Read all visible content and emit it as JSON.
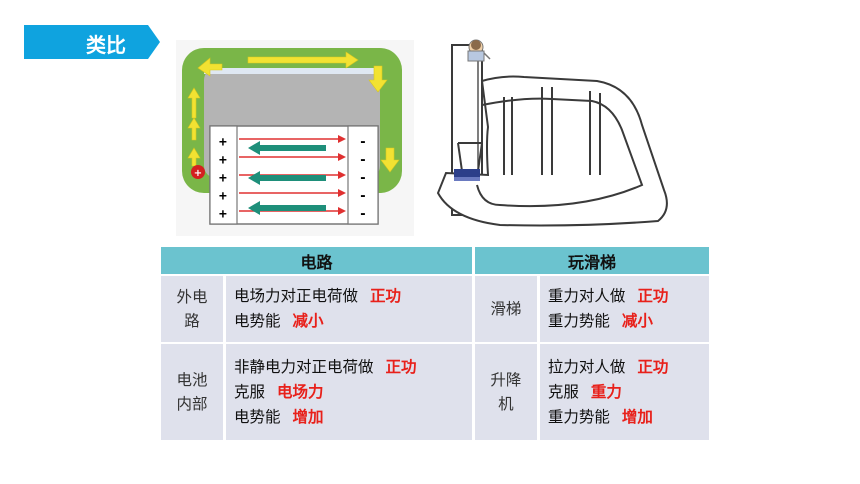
{
  "tag": {
    "label": "类比",
    "color": "#0fa3df"
  },
  "table": {
    "headers": [
      "电路",
      "玩滑梯"
    ],
    "rows": [
      {
        "left_head": [
          "外电",
          "路"
        ],
        "left_lines": [
          {
            "text": "电场力对正电荷做",
            "highlight": "正功"
          },
          {
            "text": "电势能",
            "highlight": "减小"
          }
        ],
        "right_head": [
          "滑梯"
        ],
        "right_lines": [
          {
            "text": "重力对人做",
            "highlight": "正功"
          },
          {
            "text": "重力势能",
            "highlight": "减小"
          }
        ]
      },
      {
        "left_head": [
          "电池",
          "内部"
        ],
        "left_lines": [
          {
            "text": "非静电力对正电荷做",
            "highlight": "正功"
          },
          {
            "text": "克服",
            "highlight": "电场力"
          },
          {
            "text": "电势能",
            "highlight": "增加"
          }
        ],
        "right_head": [
          "升降",
          "机"
        ],
        "right_lines": [
          {
            "text": "拉力对人做",
            "highlight": "正功"
          },
          {
            "text": "克服",
            "highlight": "重力"
          },
          {
            "text": "重力势能",
            "highlight": "增加"
          }
        ]
      }
    ]
  },
  "circuit": {
    "plus_sign": "+",
    "minus_sign": "-",
    "charge_symbol": "+"
  },
  "colors": {
    "header": "#6bc3cf",
    "cell": "#dfe1ec",
    "highlight": "#e8201a",
    "circuit_frame": "#7ab648",
    "arrow_red": "#e03030",
    "arrow_green": "#1e8f7a"
  }
}
